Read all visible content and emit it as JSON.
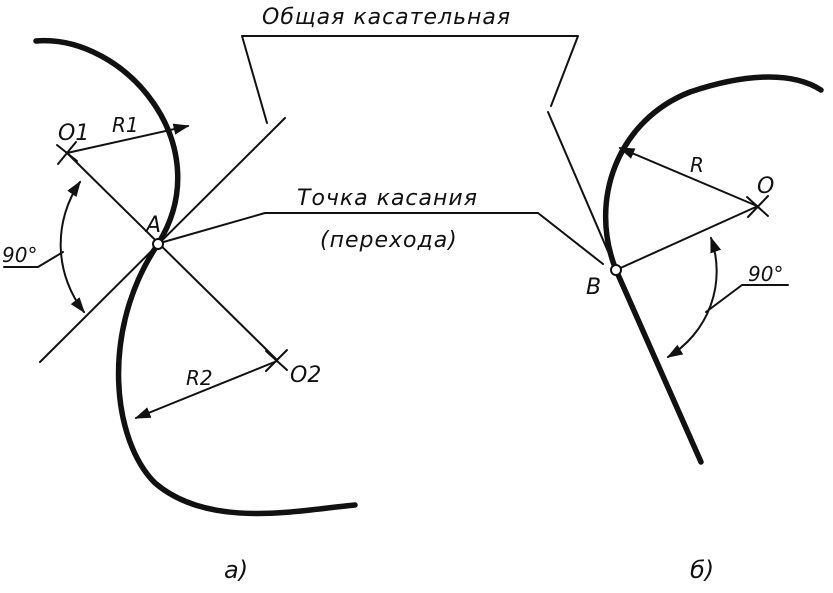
{
  "callouts": {
    "common_tangent": "Общая касательная",
    "tangent_point_line1": "Точка касания",
    "tangent_point_line2": "(перехода)"
  },
  "panel_a": {
    "label": "а)",
    "point_label": "A",
    "center1_label": "O1",
    "center2_label": "O2",
    "radius1_label": "R1",
    "radius2_label": "R2",
    "angle_label": "90°"
  },
  "panel_b": {
    "label": "б)",
    "point_label": "B",
    "center_label": "O",
    "radius_label": "R",
    "angle_label": "90°"
  },
  "colors": {
    "ink": "#111111",
    "background": "#ffffff"
  }
}
